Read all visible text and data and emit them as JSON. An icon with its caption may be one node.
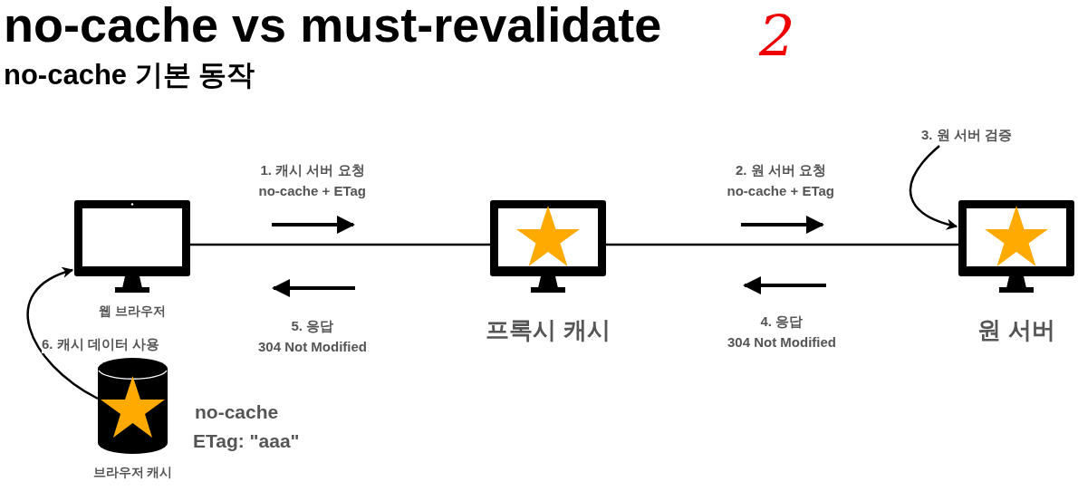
{
  "diagram": {
    "title": "no-cache vs must-revalidate",
    "nodes": [
      {
        "text": [
          "웹 브라우저"
        ]
      },
      {
        "text": [
          "프록시 캐시"
        ]
      },
      {
        "text": [
          "원 서버"
        ]
      },
      {
        "text": [
          "브라우저 캐시"
        ],
        "beside": [
          "no-cache",
          "ETag: \"aaa\""
        ]
      },
      {
        "text": [
          "3. 원 서버 검증"
        ]
      }
    ],
    "edges": [
      {
        "from": 0,
        "to": 1,
        "arrow": "none"
      },
      {
        "from": 1,
        "to": 2,
        "arrow": "none"
      },
      {
        "from": 4,
        "to": 2,
        "arrow": "to"
      },
      {
        "from": 3,
        "to": 0,
        "arrow": "to",
        "label": "6. 캐시 데이터 사용"
      }
    ],
    "labels": [
      "2",
      "no-cache 기본 동작",
      "1. 캐시 서버 요청",
      "no-cache + ETag",
      "2. 원 서버 요청",
      "no-cache + ETag",
      "5. 응답",
      "304 Not Modified",
      "4. 응답",
      "304 Not Modified"
    ]
  }
}
